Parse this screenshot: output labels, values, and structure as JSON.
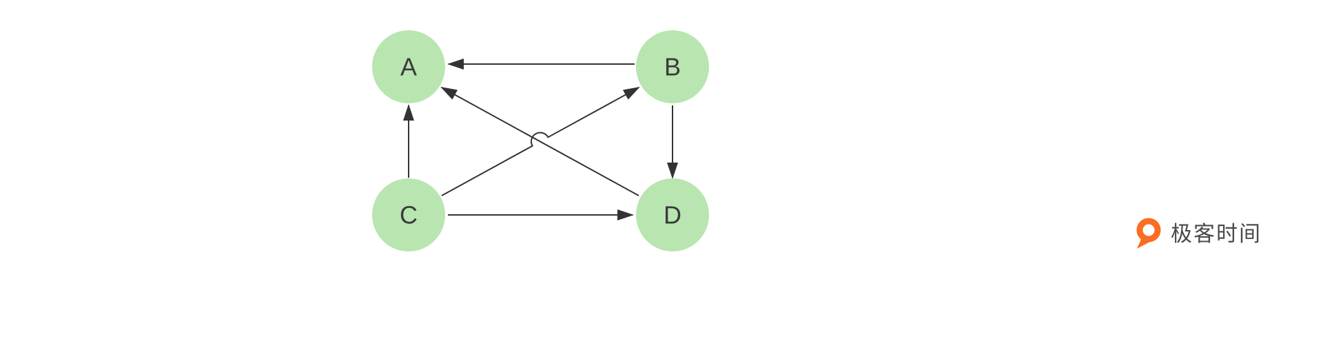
{
  "diagram": {
    "nodes": [
      {
        "id": "A",
        "label": "A"
      },
      {
        "id": "B",
        "label": "B"
      },
      {
        "id": "C",
        "label": "C"
      },
      {
        "id": "D",
        "label": "D"
      }
    ],
    "edges": [
      {
        "from": "B",
        "to": "A"
      },
      {
        "from": "C",
        "to": "A"
      },
      {
        "from": "C",
        "to": "B"
      },
      {
        "from": "B",
        "to": "D"
      },
      {
        "from": "D",
        "to": "A"
      },
      {
        "from": "C",
        "to": "D"
      }
    ],
    "node_fill": "#b9e5b0",
    "node_text_color": "#3a3a3a",
    "edge_color": "#333333"
  },
  "logo": {
    "text": "极客时间",
    "icon_color": "#fb6d20",
    "text_color": "#4a4a4a"
  }
}
